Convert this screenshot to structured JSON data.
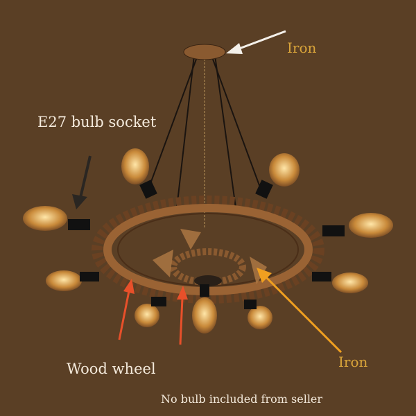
{
  "labels": {
    "iron_top": "Iron",
    "bulb_socket": "E27 bulb socket",
    "wood_wheel": "Wood wheel",
    "iron_bottom": "Iron",
    "no_bulb": "No bulb included from seller"
  },
  "colors": {
    "background": "#5a3f25",
    "iron_label": "#d9a43a",
    "white_label": "#f4eadc",
    "red_arrow": "#e8502a",
    "orange_arrow": "#f0a020"
  }
}
